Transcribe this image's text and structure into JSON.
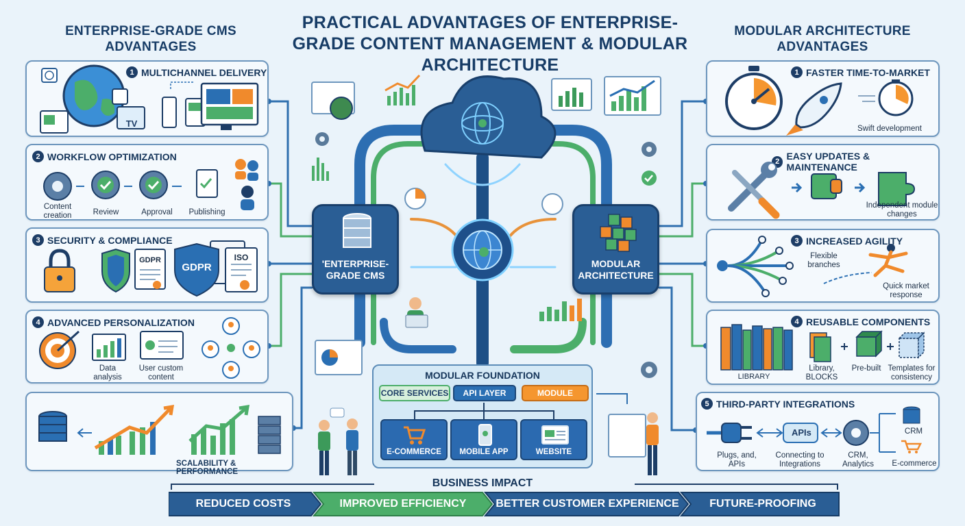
{
  "title": "PRACTICAL ADVANTAGES OF ENTERPRISE-GRADE CONTENT MANAGEMENT & MODULAR ARCHITECTURE",
  "left_section": {
    "heading": "ENTERPRISE-GRADE CMS ADVANTAGES",
    "cards": [
      {
        "num": "1",
        "title": "MULTICHANNEL DELIVERY",
        "captions": [
          "TV"
        ]
      },
      {
        "num": "2",
        "title": "WORKFLOW OPTIMIZATION",
        "captions": [
          "Content creation",
          "Review",
          "Approval",
          "Publishing"
        ]
      },
      {
        "num": "3",
        "title": "SECURITY & COMPLIANCE",
        "captions": [
          "GDPR",
          "GDPR",
          "ISO"
        ]
      },
      {
        "num": "4",
        "title": "ADVANCED PERSONALIZATION",
        "captions": [
          "Data analysis",
          "User custom content"
        ]
      },
      {
        "num": "",
        "title": "SCALABILITY & PERFORMANCE",
        "captions": []
      }
    ]
  },
  "right_section": {
    "heading": "MODULAR ARCHITECTURE ADVANTAGES",
    "cards": [
      {
        "num": "1",
        "title": "FASTER TIME-TO-MARKET",
        "captions": [
          "Swift development"
        ]
      },
      {
        "num": "2",
        "title": "EASY UPDATES & MAINTENANCE",
        "captions": [
          "Independent module changes"
        ]
      },
      {
        "num": "3",
        "title": "INCREASED AGILITY",
        "captions": [
          "Flexible branches",
          "Quick market response"
        ]
      },
      {
        "num": "4",
        "title": "REUSABLE COMPONENTS",
        "captions": [
          "LIBRARY",
          "Library, BLOCKS",
          "Pre-built",
          "Templates for consistency"
        ]
      },
      {
        "num": "5",
        "title": "THIRD-PARTY INTEGRATIONS",
        "captions": [
          "Plugs, and, APIs",
          "APIs",
          "Connecting to Integrations",
          "CRM, Analytics",
          "CRM",
          "E-commerce"
        ]
      }
    ]
  },
  "center": {
    "cms_label": "'ENTERPRISE-GRADE CMS",
    "modular_label": "MODULAR ARCHITECTURE"
  },
  "foundation": {
    "title": "MODULAR FOUNDATION",
    "chips": [
      "CORE SERVICES",
      "API LAYER",
      "MODULE"
    ],
    "tiles": [
      "E-COMMERCE",
      "MOBILE APP",
      "WEBSITE"
    ]
  },
  "business_impact": {
    "title": "BUSINESS IMPACT",
    "items": [
      "REDUCED COSTS",
      "IMPROVED EFFICIENCY",
      "BETTER CUSTOMER EXPERIENCE",
      "FUTURE-PROOFING"
    ]
  },
  "colors": {
    "navy": "#1d3d66",
    "blue": "#2a6fb3",
    "green": "#4cae6a",
    "orange": "#f08a2c",
    "light_bg": "#eaf3fa"
  }
}
